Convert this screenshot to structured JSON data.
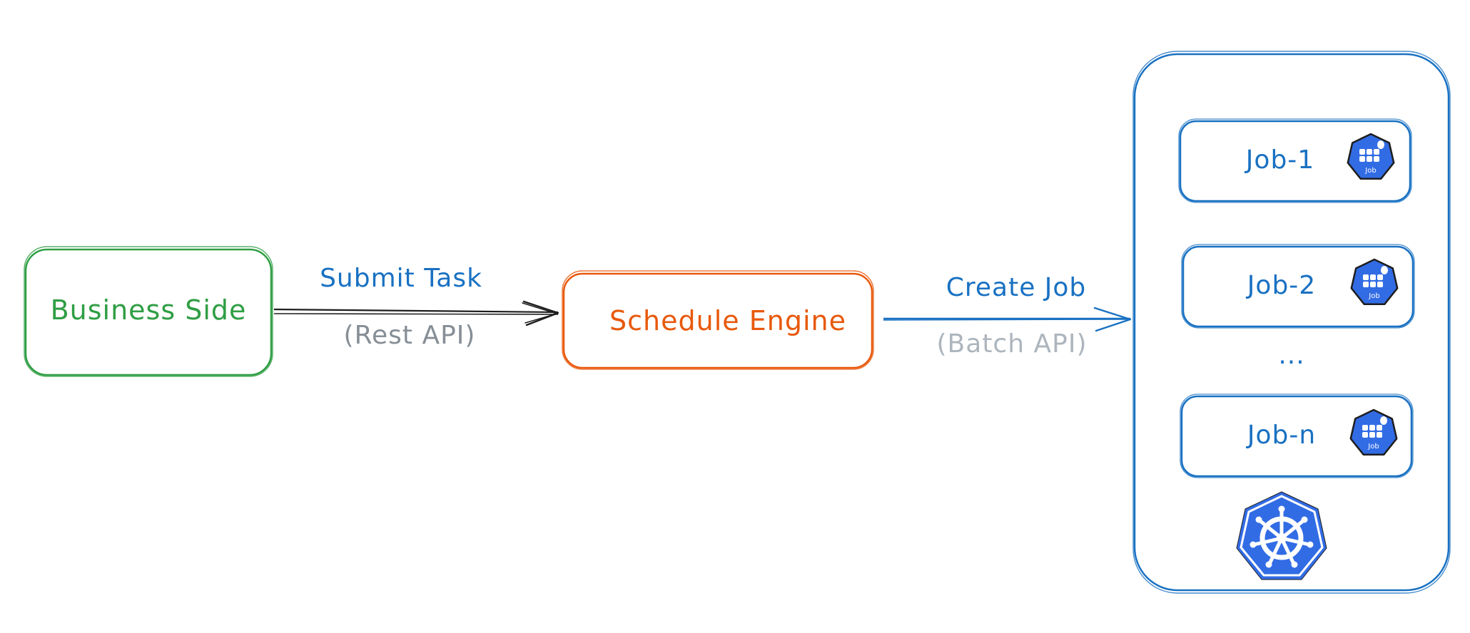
{
  "colors": {
    "business": "#2f9e44",
    "engine": "#e8590c",
    "blue": "#1971c2",
    "muted": "#868e96",
    "muted_light": "#adb5bd",
    "arrow_dark": "#1e1e1e",
    "k8s_fill": "#326ce5"
  },
  "nodes": {
    "business_side": "Business Side",
    "schedule_engine": "Schedule Engine"
  },
  "edges": {
    "submit": {
      "label": "Submit Task",
      "sublabel": "(Rest API)"
    },
    "create": {
      "label": "Create Job",
      "sublabel": "(Batch API)"
    }
  },
  "cluster": {
    "jobs": [
      {
        "label": "Job-1",
        "icon": "k8s-job-icon",
        "icon_text": "Job"
      },
      {
        "label": "Job-2",
        "icon": "k8s-job-icon",
        "icon_text": "Job"
      },
      {
        "label": "Job-n",
        "icon": "k8s-job-icon",
        "icon_text": "Job"
      }
    ],
    "ellipsis": "...",
    "logo": "kubernetes-logo-icon"
  }
}
